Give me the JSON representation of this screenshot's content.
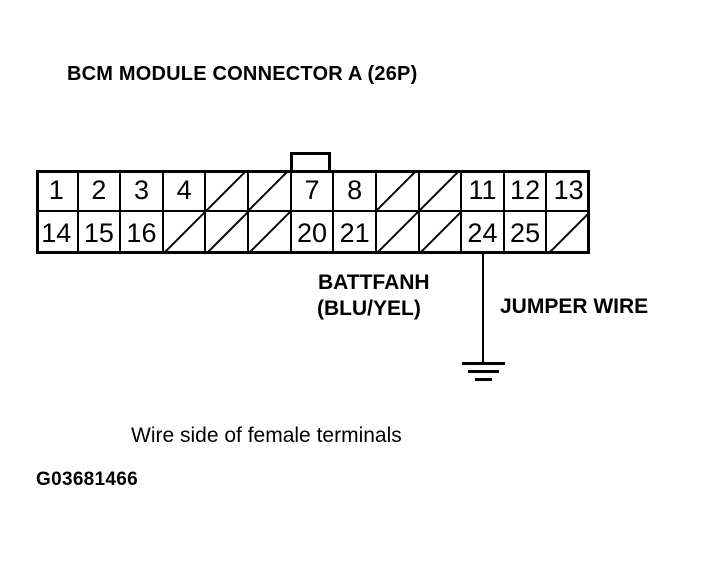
{
  "diagram": {
    "title": "BCM MODULE CONNECTOR A (26P)",
    "caption": "Wire side of female terminals",
    "figure_code": "G03681466",
    "connector": {
      "columns": 13,
      "rows": 2,
      "has_keying_tab": true,
      "top_row": [
        "1",
        "2",
        "3",
        "4",
        "",
        "",
        "7",
        "8",
        "",
        "",
        "11",
        "12",
        "13"
      ],
      "bottom_row": [
        "14",
        "15",
        "16",
        "",
        "",
        "",
        "20",
        "21",
        "",
        "",
        "24",
        "25",
        ""
      ]
    },
    "wire": {
      "circuit_name": "BATTFANH",
      "color_code": "(BLU/YEL)",
      "jumper_label": "JUMPER WIRE",
      "terminal": "24",
      "has_ground_symbol": true
    },
    "colors": {
      "line": "#000000",
      "background": "#ffffff"
    }
  }
}
